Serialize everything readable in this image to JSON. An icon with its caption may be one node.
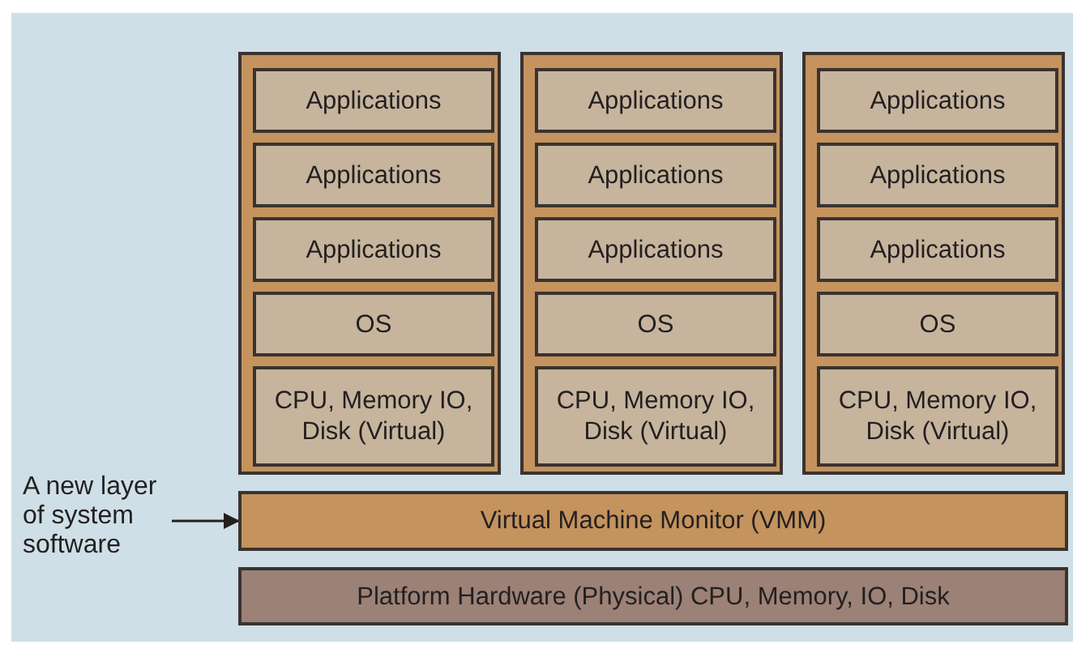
{
  "diagram": {
    "nodes": [
      {
        "text": [],
        "shape": "box"
      },
      {
        "text": [
          "Applications"
        ],
        "in": 0
      },
      {
        "text": [
          "Applications"
        ],
        "in": 0
      },
      {
        "text": [
          "Applications"
        ],
        "in": 0
      },
      {
        "text": [
          "OS"
        ],
        "in": 0
      },
      {
        "text": [
          "CPU, Memory IO, Disk (Virtual)"
        ],
        "in": 0
      },
      {
        "text": [],
        "shape": "box"
      },
      {
        "text": [
          "Applications"
        ],
        "in": 6
      },
      {
        "text": [
          "Applications"
        ],
        "in": 6
      },
      {
        "text": [
          "Applications"
        ],
        "in": 6
      },
      {
        "text": [
          "OS"
        ],
        "in": 6
      },
      {
        "text": [
          "CPU, Memory IO, Disk (Virtual)"
        ],
        "in": 6
      },
      {
        "text": [],
        "shape": "box"
      },
      {
        "text": [
          "Applications"
        ],
        "in": 12
      },
      {
        "text": [
          "Applications"
        ],
        "in": 12
      },
      {
        "text": [
          "Applications"
        ],
        "in": 12
      },
      {
        "text": [
          "OS"
        ],
        "in": 12
      },
      {
        "text": [
          "CPU, Memory IO, Disk (Virtual)"
        ],
        "in": 12
      },
      {
        "text": [
          "Virtual Machine Monitor (VMM)"
        ]
      },
      {
        "text": [
          "Platform Hardware (Physical) CPU, Memory, IO, Disk"
        ]
      },
      {
        "text": [
          "A new layer of system software"
        ]
      }
    ],
    "edges": [
      {
        "from": 20,
        "to": 18,
        "arrow": "to"
      }
    ]
  }
}
